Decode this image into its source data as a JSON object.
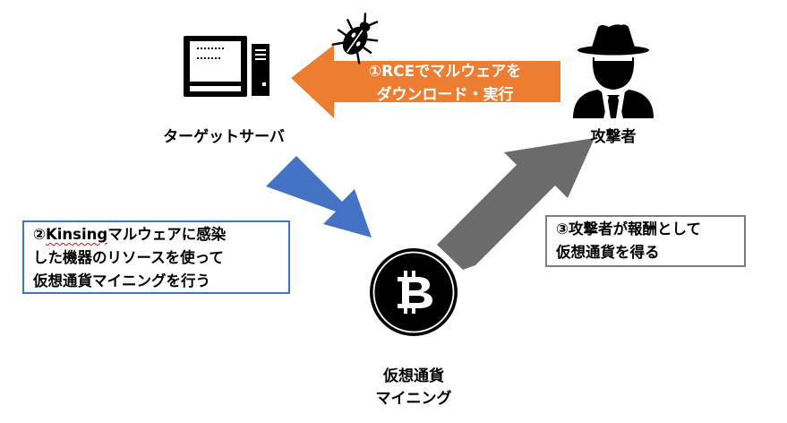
{
  "nodes": {
    "target_server": "ターゲットサーバ",
    "attacker": "攻撃者",
    "mining_line1": "仮想通貨",
    "mining_line2": "マイニング"
  },
  "arrows": {
    "step1_line1": "①RCEでマルウェアを",
    "step1_line2": "ダウンロード・実行"
  },
  "boxes": {
    "step2_marker": "②",
    "step2_word": "Kinsing",
    "step2_line1_rest": "マルウェアに感染",
    "step2_line2": "した機器のリソースを使って",
    "step2_line3": "仮想通貨マイニングを行う",
    "step3_line1": "③攻撃者が報酬として",
    "step3_line2": "仮想通貨を得る"
  },
  "icons": [
    "computer-icon",
    "bug-icon",
    "attacker-icon",
    "bitcoin-icon"
  ],
  "colors": {
    "orange_arrow": "#ed7d31",
    "blue_arrow": "#4472c4",
    "gray_arrow": "#6b6b6b",
    "icon": "#000000"
  }
}
